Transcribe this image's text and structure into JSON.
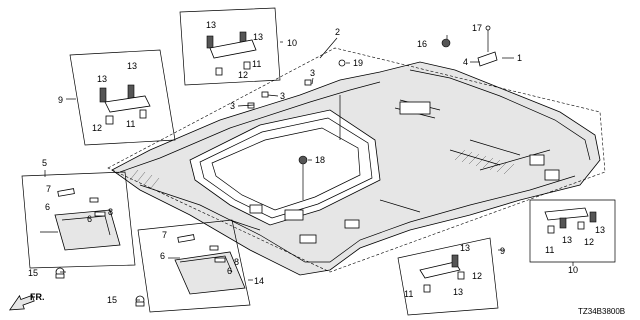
{
  "diagram": {
    "code": "TZ34B3800B",
    "direction_label": "FR.",
    "callouts": [
      "1",
      "2",
      "3",
      "4",
      "5",
      "6",
      "7",
      "8",
      "9",
      "10",
      "11",
      "12",
      "13",
      "14",
      "15",
      "16",
      "17",
      "18",
      "19"
    ]
  },
  "colors": {
    "line": "#000000",
    "fill": "#ffffff",
    "shade": "#e6e6e6"
  }
}
